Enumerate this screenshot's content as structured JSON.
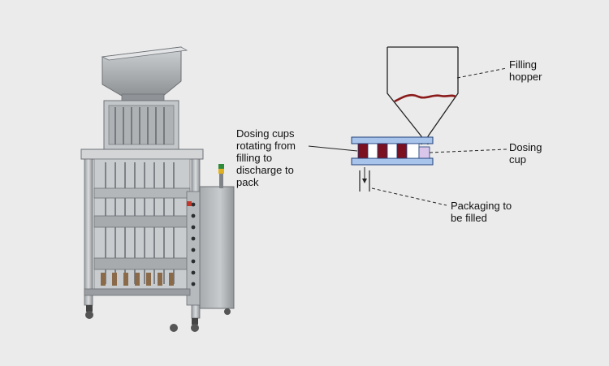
{
  "labels": {
    "filling_hopper": "Filling\nhopper",
    "dosing_cup": "Dosing\ncup",
    "packaging": "Packaging to\nbe filled",
    "dosing_cups_rotating": "Dosing cups\nrotating from\nfilling to\ndischarge to\npack"
  },
  "colors": {
    "background": "#ebebeb",
    "plate_fill": "#a9c4ea",
    "plate_stroke": "#1f3f7a",
    "cup_full": "#7a1020",
    "cup_empty": "#ffffff",
    "cup_filling": "#d9c6ea",
    "product_line": "#8b1a1a",
    "machine_steel": "#b9bcbf"
  },
  "icons": {
    "machine": "multi-lane-stick-pack-machine-illustration"
  }
}
